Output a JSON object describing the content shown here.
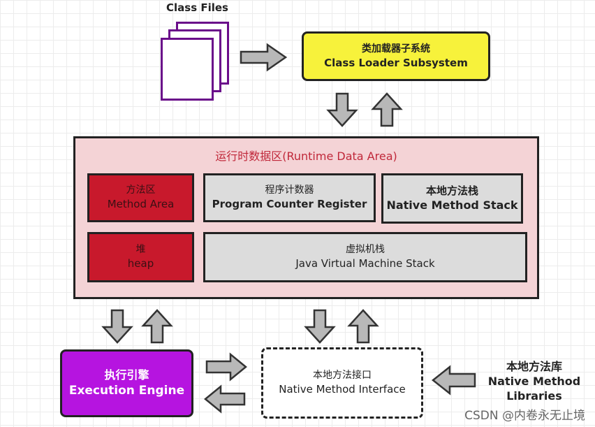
{
  "diagram": {
    "class_files": {
      "label": "Class Files"
    },
    "class_loader": {
      "cn": "类加载器子系统",
      "en": "Class Loader Subsystem",
      "color": "#f7f23b"
    },
    "runtime_data_area": {
      "title": "运行时数据区(Runtime Data Area)",
      "color": "#f4d3d6",
      "areas": [
        {
          "cn": "方法区",
          "en": "Method Area",
          "shared": true
        },
        {
          "cn": "程序计数器",
          "en": "Program Counter Register",
          "shared": false
        },
        {
          "cn": "本地方法栈",
          "en": "Native Method Stack",
          "shared": false
        },
        {
          "cn": "堆",
          "en": "heap",
          "shared": true
        },
        {
          "cn": "虚拟机栈",
          "en": "Java Virtual Machine Stack",
          "shared": false
        }
      ]
    },
    "execution_engine": {
      "cn": "执行引擎",
      "en": "Execution Engine",
      "color": "#b614e0"
    },
    "native_method_interface": {
      "cn": "本地方法接口",
      "en": "Native Method Interface"
    },
    "native_method_libraries": {
      "cn": "本地方法库",
      "en_line1": "Native Method",
      "en_line2": "Libraries"
    },
    "edges": [
      {
        "from": "Class Files",
        "to": "Class Loader Subsystem"
      },
      {
        "from": "Class Loader Subsystem",
        "to": "Runtime Data Area"
      },
      {
        "from": "Runtime Data Area",
        "to": "Class Loader Subsystem"
      },
      {
        "from": "Runtime Data Area",
        "to": "Execution Engine"
      },
      {
        "from": "Execution Engine",
        "to": "Runtime Data Area"
      },
      {
        "from": "Runtime Data Area",
        "to": "Native Method Interface"
      },
      {
        "from": "Native Method Interface",
        "to": "Runtime Data Area"
      },
      {
        "from": "Execution Engine",
        "to": "Native Method Interface"
      },
      {
        "from": "Native Method Interface",
        "to": "Execution Engine"
      },
      {
        "from": "Native Method Libraries",
        "to": "Native Method Interface"
      }
    ]
  },
  "watermark": "CSDN @内卷永无止境"
}
